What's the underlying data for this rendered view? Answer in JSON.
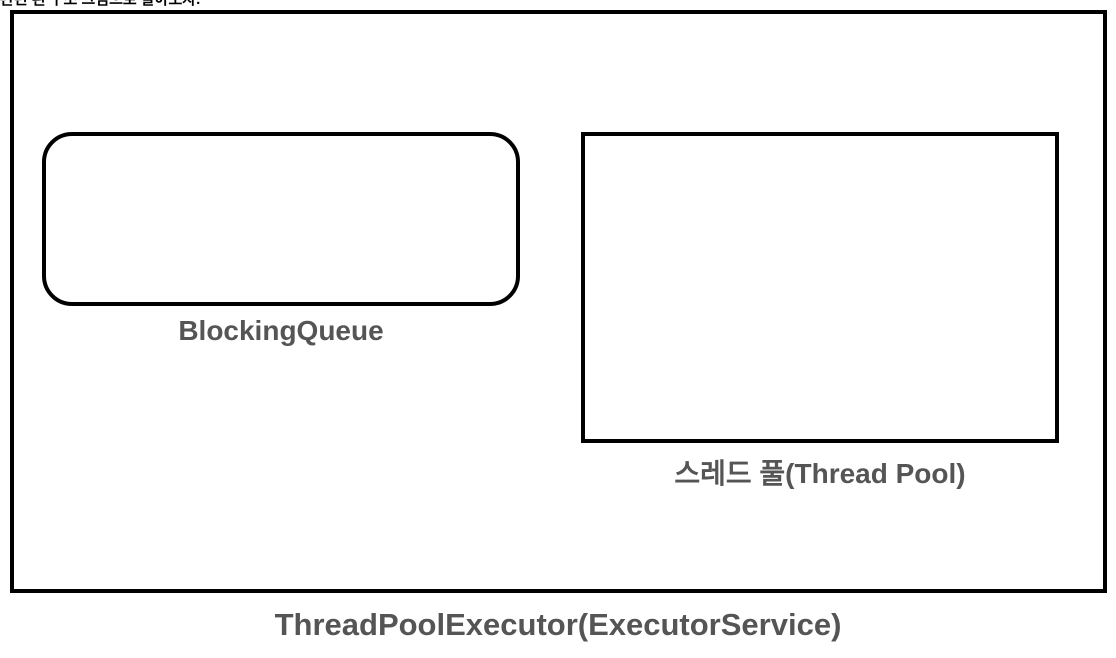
{
  "diagram": {
    "top_caption": "관련 된 구조 그림으로 알아보자.",
    "executor_label": "ThreadPoolExecutor(ExecutorService)",
    "queue_label": "BlockingQueue",
    "pool_label": "스레드 풀(Thread Pool)"
  },
  "colors": {
    "border": "#000000",
    "label_text": "#555555",
    "background": "#ffffff"
  }
}
